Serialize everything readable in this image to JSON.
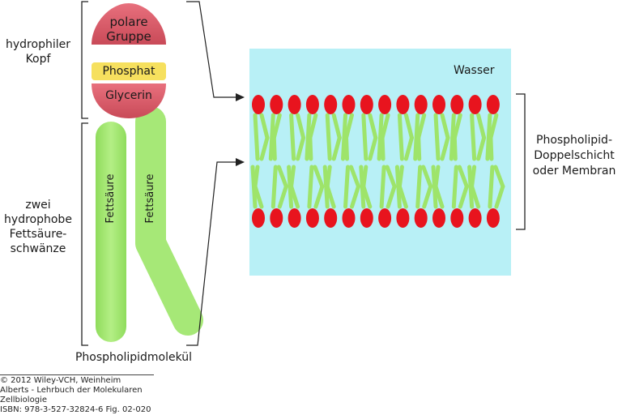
{
  "molecule": {
    "head_polar": "polare\nGruppe",
    "head_phosphate": "Phosphat",
    "head_glycerol": "Glycerin",
    "tail_left": "Fettsäure",
    "tail_right": "Fettsäure",
    "caption": "Phospholipidmolekül"
  },
  "labels": {
    "hydrophilic": "hydrophiler\nKopf",
    "hydrophobic": "zwei\nhydrophobe\nFettsäure-\nschwänze"
  },
  "bilayer": {
    "water": "Wasser",
    "label": "Phospholipid-\nDoppelschicht\noder Membran",
    "heads_per_leaflet": 14
  },
  "credits": {
    "line1": "© 2012 Wiley-VCH, Weinheim",
    "line2": "Alberts - Lehrbuch der Molekularen Zellbiologie",
    "line3": "ISBN: 978-3-527-32824-6    Fig. 02-020"
  },
  "colors": {
    "head_red": "#e06170",
    "phosphate_yellow": "#f6e05e",
    "tail_green": "#9ee46a",
    "water_cyan": "#b8f0f6",
    "bead_red": "#e8141e"
  }
}
